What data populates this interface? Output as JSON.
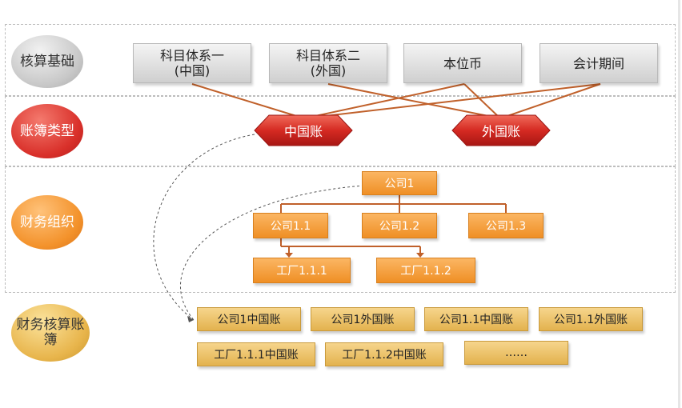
{
  "rows": {
    "accounting_basis": "核算基础",
    "ledger_type": "账簿类型",
    "financial_org": "财务组织",
    "accounting_ledger": "财务核算账簿"
  },
  "basis_items": [
    {
      "label": "科目体系一\n(中国)"
    },
    {
      "label": "科目体系二\n(外国)"
    },
    {
      "label": "本位币"
    },
    {
      "label": "会计期间"
    }
  ],
  "ledgers": {
    "china": "中国账",
    "foreign": "外国账"
  },
  "org": {
    "root": "公司1",
    "children": [
      "公司1.1",
      "公司1.2",
      "公司1.3"
    ],
    "factories": [
      "工厂1.1.1",
      "工厂1.1.2"
    ]
  },
  "books": [
    "公司1中国账",
    "公司1外国账",
    "公司1.1中国账",
    "公司1.1外国账",
    "工厂1.1.1中国账",
    "工厂1.1.2中国账",
    "……"
  ],
  "colors": {
    "connector": "#c0602a",
    "dashed": "#555555",
    "band_border": "#bdbdbd"
  }
}
